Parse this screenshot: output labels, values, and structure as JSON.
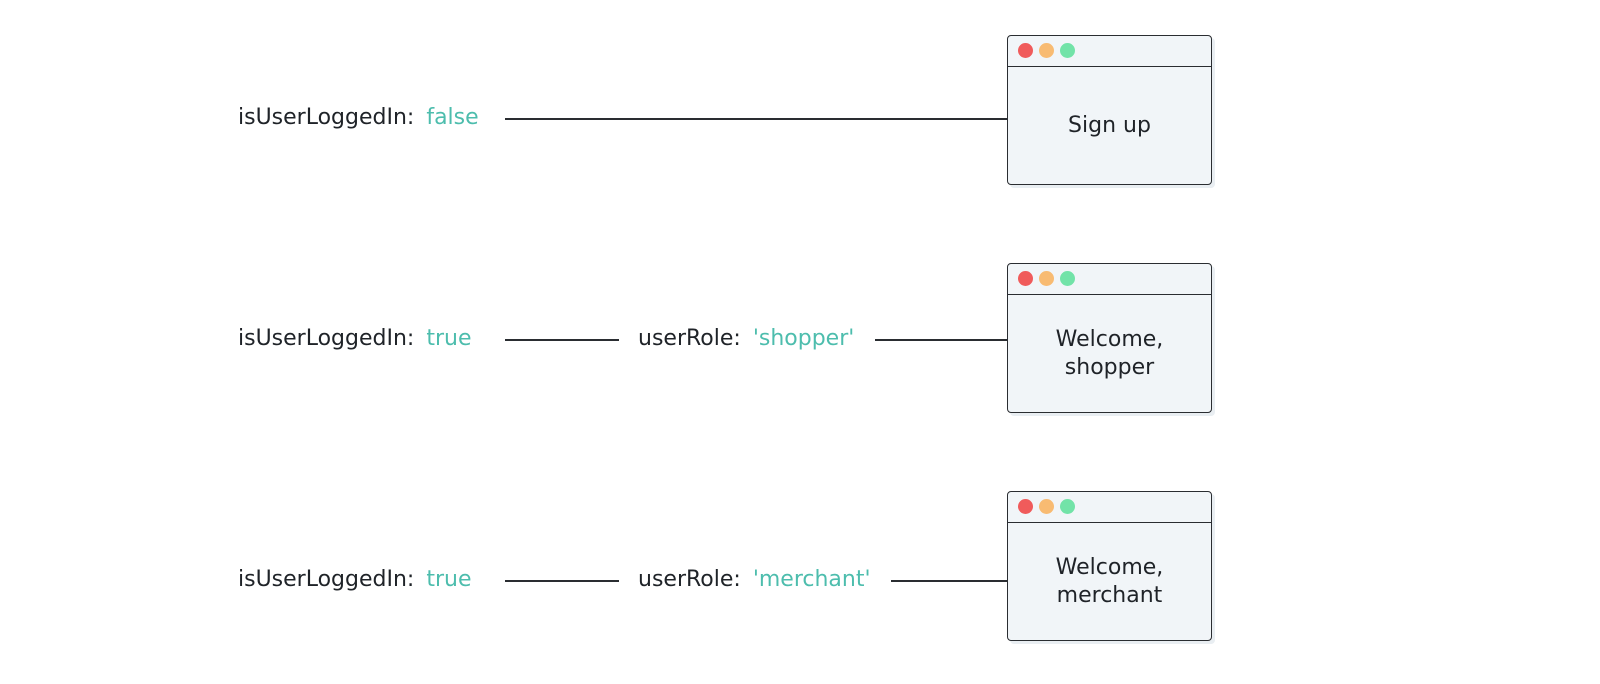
{
  "rows": [
    {
      "flag_key": "isUserLoggedIn:",
      "flag_value": "false",
      "window_text": "Sign up"
    },
    {
      "flag_key": "isUserLoggedIn:",
      "flag_value": "true",
      "role_key": "userRole:",
      "role_value": "'shopper'",
      "window_text": "Welcome,\nshopper"
    },
    {
      "flag_key": "isUserLoggedIn:",
      "flag_value": "true",
      "role_key": "userRole:",
      "role_value": "'merchant'",
      "window_text": "Welcome,\nmerchant"
    }
  ],
  "colors": {
    "value_accent": "#4dbdad",
    "window_fill": "#f1f5f8",
    "dot_close": "#f05b5b",
    "dot_minimize": "#f8bb72",
    "dot_maximize": "#72e3a8"
  }
}
